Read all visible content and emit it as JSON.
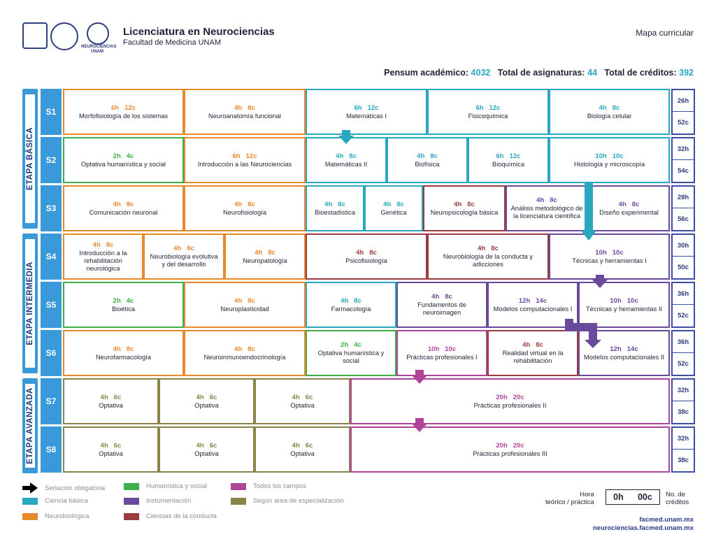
{
  "header": {
    "title": "Licenciatura en Neurociencias",
    "subtitle": "Facultad de Medicina UNAM",
    "map_label": "Mapa curricular",
    "logo_text": "NEUROCIENCIAS UNAM"
  },
  "summary": {
    "pensum_label": "Pensum académico:",
    "pensum_value": "4032",
    "asig_label": "Total de asignaturas:",
    "asig_value": "44",
    "cred_label": "Total de créditos:",
    "cred_value": "392"
  },
  "colors": {
    "ciencia_basica": "#2aa7c0",
    "neurobiologica": "#e8892c",
    "humanistica": "#3fae49",
    "conducta": "#9a3b3f",
    "instrumentacion": "#6a4a9c",
    "todos": "#b0449a",
    "especializacion": "#8a8448",
    "stage": "#3a9ad9"
  },
  "stages": {
    "basica": "ETAPA BÁSICA",
    "intermedia": "ETAPA INTERMEDIA",
    "avanzada": "ETAPA AVANZADA"
  },
  "semesters": [
    {
      "label": "S1",
      "hours": "26h",
      "credits": "52c"
    },
    {
      "label": "S2",
      "hours": "32h",
      "credits": "54c"
    },
    {
      "label": "S3",
      "hours": "28h",
      "credits": "56c"
    },
    {
      "label": "S4",
      "hours": "30h",
      "credits": "50c"
    },
    {
      "label": "S5",
      "hours": "36h",
      "credits": "52c"
    },
    {
      "label": "S6",
      "hours": "36h",
      "credits": "52c"
    },
    {
      "label": "S7",
      "hours": "32h",
      "credits": "38c"
    },
    {
      "label": "S8",
      "hours": "32h",
      "credits": "38c"
    }
  ],
  "courses": {
    "s1": [
      {
        "h": "6h",
        "c": "12c",
        "name": "Morfofisiología de los sistemas",
        "area": "neurobiologica"
      },
      {
        "h": "4h",
        "c": "8c",
        "name": "Neuroanatomía funcional",
        "area": "neurobiologica"
      },
      {
        "h": "6h",
        "c": "12c",
        "name": "Matemáticas I",
        "area": "ciencia_basica"
      },
      {
        "h": "6h",
        "c": "12c",
        "name": "Fisicoquímica",
        "area": "ciencia_basica"
      },
      {
        "h": "4h",
        "c": "8c",
        "name": "Biología celular",
        "area": "ciencia_basica"
      }
    ],
    "s2": [
      {
        "h": "2h",
        "c": "4c",
        "name": "Optativa humanística y social",
        "area": "humanistica"
      },
      {
        "h": "6h",
        "c": "12c",
        "name": "Introducción a las Neurociencias",
        "area": "neurobiologica"
      },
      {
        "h": "4h",
        "c": "8c",
        "name": "Matemáticas II",
        "area": "ciencia_basica"
      },
      {
        "h": "4h",
        "c": "8c",
        "name": "Biofísica",
        "area": "ciencia_basica"
      },
      {
        "h": "6h",
        "c": "12c",
        "name": "Bioquímica",
        "area": "ciencia_basica"
      },
      {
        "h": "10h",
        "c": "10c",
        "name": "Histología y microscopía",
        "area": "ciencia_basica"
      }
    ],
    "s3": [
      {
        "h": "4h",
        "c": "8c",
        "name": "Comunicación neuronal",
        "area": "neurobiologica"
      },
      {
        "h": "4h",
        "c": "8c",
        "name": "Neurofisiología",
        "area": "neurobiologica"
      },
      {
        "h": "4h",
        "c": "8c",
        "name": "Bioestadística",
        "area": "ciencia_basica"
      },
      {
        "h": "4h",
        "c": "8c",
        "name": "Genética",
        "area": "ciencia_basica"
      },
      {
        "h": "4h",
        "c": "8c",
        "name": "Neuropsicología básica",
        "area": "conducta"
      },
      {
        "h": "4h",
        "c": "8c",
        "name": "Análisis metodológico de la licenciatura científica",
        "area": "instrumentacion"
      },
      {
        "h": "4h",
        "c": "8c",
        "name": "Diseño experimental",
        "area": "instrumentacion"
      }
    ],
    "s4": [
      {
        "h": "4h",
        "c": "8c",
        "name": "Introducción a la rehabilitación neurológica",
        "area": "neurobiologica"
      },
      {
        "h": "4h",
        "c": "8c",
        "name": "Neurobiología evolutiva y del desarrollo",
        "area": "neurobiologica"
      },
      {
        "h": "4h",
        "c": "8c",
        "name": "Neuropatología",
        "area": "neurobiologica"
      },
      {
        "h": "4h",
        "c": "8c",
        "name": "Psicofisiología",
        "area": "conducta"
      },
      {
        "h": "4h",
        "c": "8c",
        "name": "Neurobiología de la conducta y adicciones",
        "area": "conducta"
      },
      {
        "h": "10h",
        "c": "10c",
        "name": "Técnicas y herramientas I",
        "area": "instrumentacion"
      }
    ],
    "s5": [
      {
        "h": "2h",
        "c": "4c",
        "name": "Bioética",
        "area": "humanistica"
      },
      {
        "h": "4h",
        "c": "8c",
        "name": "Neuroplasticidad",
        "area": "neurobiologica"
      },
      {
        "h": "4h",
        "c": "8c",
        "name": "Farmacología",
        "area": "ciencia_basica"
      },
      {
        "h": "4h",
        "c": "8c",
        "name": "Fundamentos de neuroimagen",
        "area": "instrumentacion"
      },
      {
        "h": "12h",
        "c": "14c",
        "name": "Modelos computacionales I",
        "area": "instrumentacion"
      },
      {
        "h": "10h",
        "c": "10c",
        "name": "Técnicas y herramientas II",
        "area": "instrumentacion"
      }
    ],
    "s6": [
      {
        "h": "4h",
        "c": "8c",
        "name": "Neurofarmacología",
        "area": "neurobiologica"
      },
      {
        "h": "4h",
        "c": "8c",
        "name": "Neuroinmunoendocrinología",
        "area": "neurobiologica"
      },
      {
        "h": "2h",
        "c": "4c",
        "name": "Optativa humanística y social",
        "area": "humanistica"
      },
      {
        "h": "10h",
        "c": "10c",
        "name": "Prácticas profesionales I",
        "area": "todos"
      },
      {
        "h": "4h",
        "c": "8c",
        "name": "Realidad virtual en la rehabilitación",
        "area": "conducta"
      },
      {
        "h": "12h",
        "c": "14c",
        "name": "Modelos computacionales II",
        "area": "instrumentacion"
      }
    ],
    "s7": [
      {
        "h": "4h",
        "c": "6c",
        "name": "Optativa",
        "area": "especializacion"
      },
      {
        "h": "4h",
        "c": "6c",
        "name": "Optativa",
        "area": "especializacion"
      },
      {
        "h": "4h",
        "c": "6c",
        "name": "Optativa",
        "area": "especializacion"
      },
      {
        "h": "20h",
        "c": "20c",
        "name": "Prácticas profesionales II",
        "area": "todos"
      }
    ],
    "s8": [
      {
        "h": "4h",
        "c": "6c",
        "name": "Optativa",
        "area": "especializacion"
      },
      {
        "h": "4h",
        "c": "6c",
        "name": "Optativa",
        "area": "especializacion"
      },
      {
        "h": "4h",
        "c": "6c",
        "name": "Optativa",
        "area": "especializacion"
      },
      {
        "h": "20h",
        "c": "20c",
        "name": "Prácticas profesionales III",
        "area": "todos"
      }
    ]
  },
  "legend": [
    {
      "label": "Seriación obligatoria",
      "icon": "arrow-icon"
    },
    {
      "label": "Ciencia básica",
      "area": "ciencia_basica"
    },
    {
      "label": "Neurobiológica",
      "area": "neurobiologica"
    },
    {
      "label": "Humanística y social",
      "area": "humanistica"
    },
    {
      "label": "Instumentación",
      "area": "instrumentacion"
    },
    {
      "label": "Ciencias de la conducta",
      "area": "conducta"
    },
    {
      "label": "Todos los campos",
      "area": "todos"
    },
    {
      "label": "Según área de especialización",
      "area": "especializacion"
    }
  ],
  "key": {
    "hora_label_1": "Hora",
    "hora_label_2": "teórico / práctica",
    "hours_sample": "0h",
    "credits_sample": "00c",
    "cred_label_1": "No. de",
    "cred_label_2": "créditos"
  },
  "footer": {
    "url1": "facmed.unam.mx",
    "url2": "neurociencias.facmed.unam.mx"
  }
}
